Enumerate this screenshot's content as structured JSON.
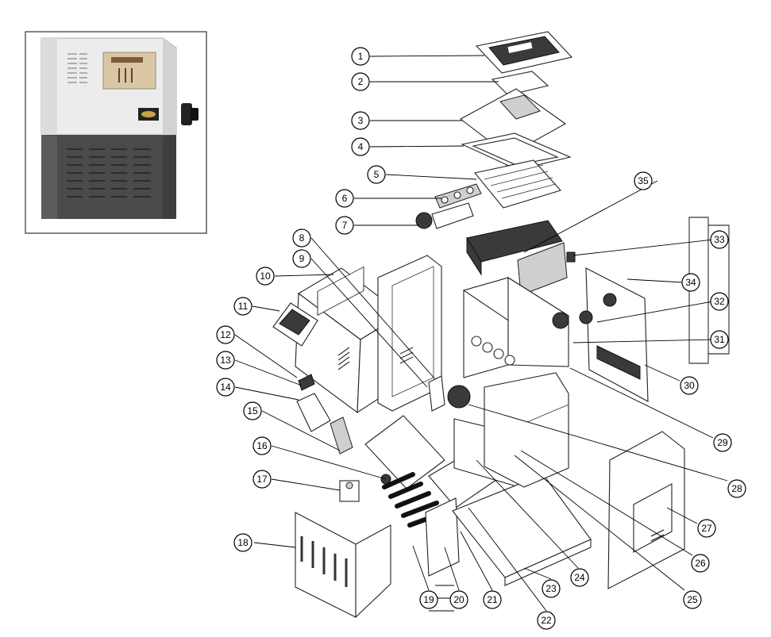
{
  "inset": {
    "label": "heater-product-photo",
    "colors": {
      "cabinet_light": "#e9e9e9",
      "cabinet_dark": "#4b4b4b",
      "panel": "#d9c8a8"
    }
  },
  "callouts": [
    {
      "n": "1"
    },
    {
      "n": "2"
    },
    {
      "n": "3"
    },
    {
      "n": "4"
    },
    {
      "n": "5"
    },
    {
      "n": "6"
    },
    {
      "n": "7"
    },
    {
      "n": "8"
    },
    {
      "n": "9"
    },
    {
      "n": "10"
    },
    {
      "n": "11"
    },
    {
      "n": "12"
    },
    {
      "n": "13"
    },
    {
      "n": "14"
    },
    {
      "n": "15"
    },
    {
      "n": "16"
    },
    {
      "n": "17"
    },
    {
      "n": "18"
    },
    {
      "n": "19"
    },
    {
      "n": "20"
    },
    {
      "n": "21"
    },
    {
      "n": "22"
    },
    {
      "n": "23"
    },
    {
      "n": "24"
    },
    {
      "n": "25"
    },
    {
      "n": "26"
    },
    {
      "n": "27"
    },
    {
      "n": "28"
    },
    {
      "n": "29"
    },
    {
      "n": "30"
    },
    {
      "n": "31"
    },
    {
      "n": "32"
    },
    {
      "n": "33"
    },
    {
      "n": "34"
    },
    {
      "n": "35"
    }
  ]
}
